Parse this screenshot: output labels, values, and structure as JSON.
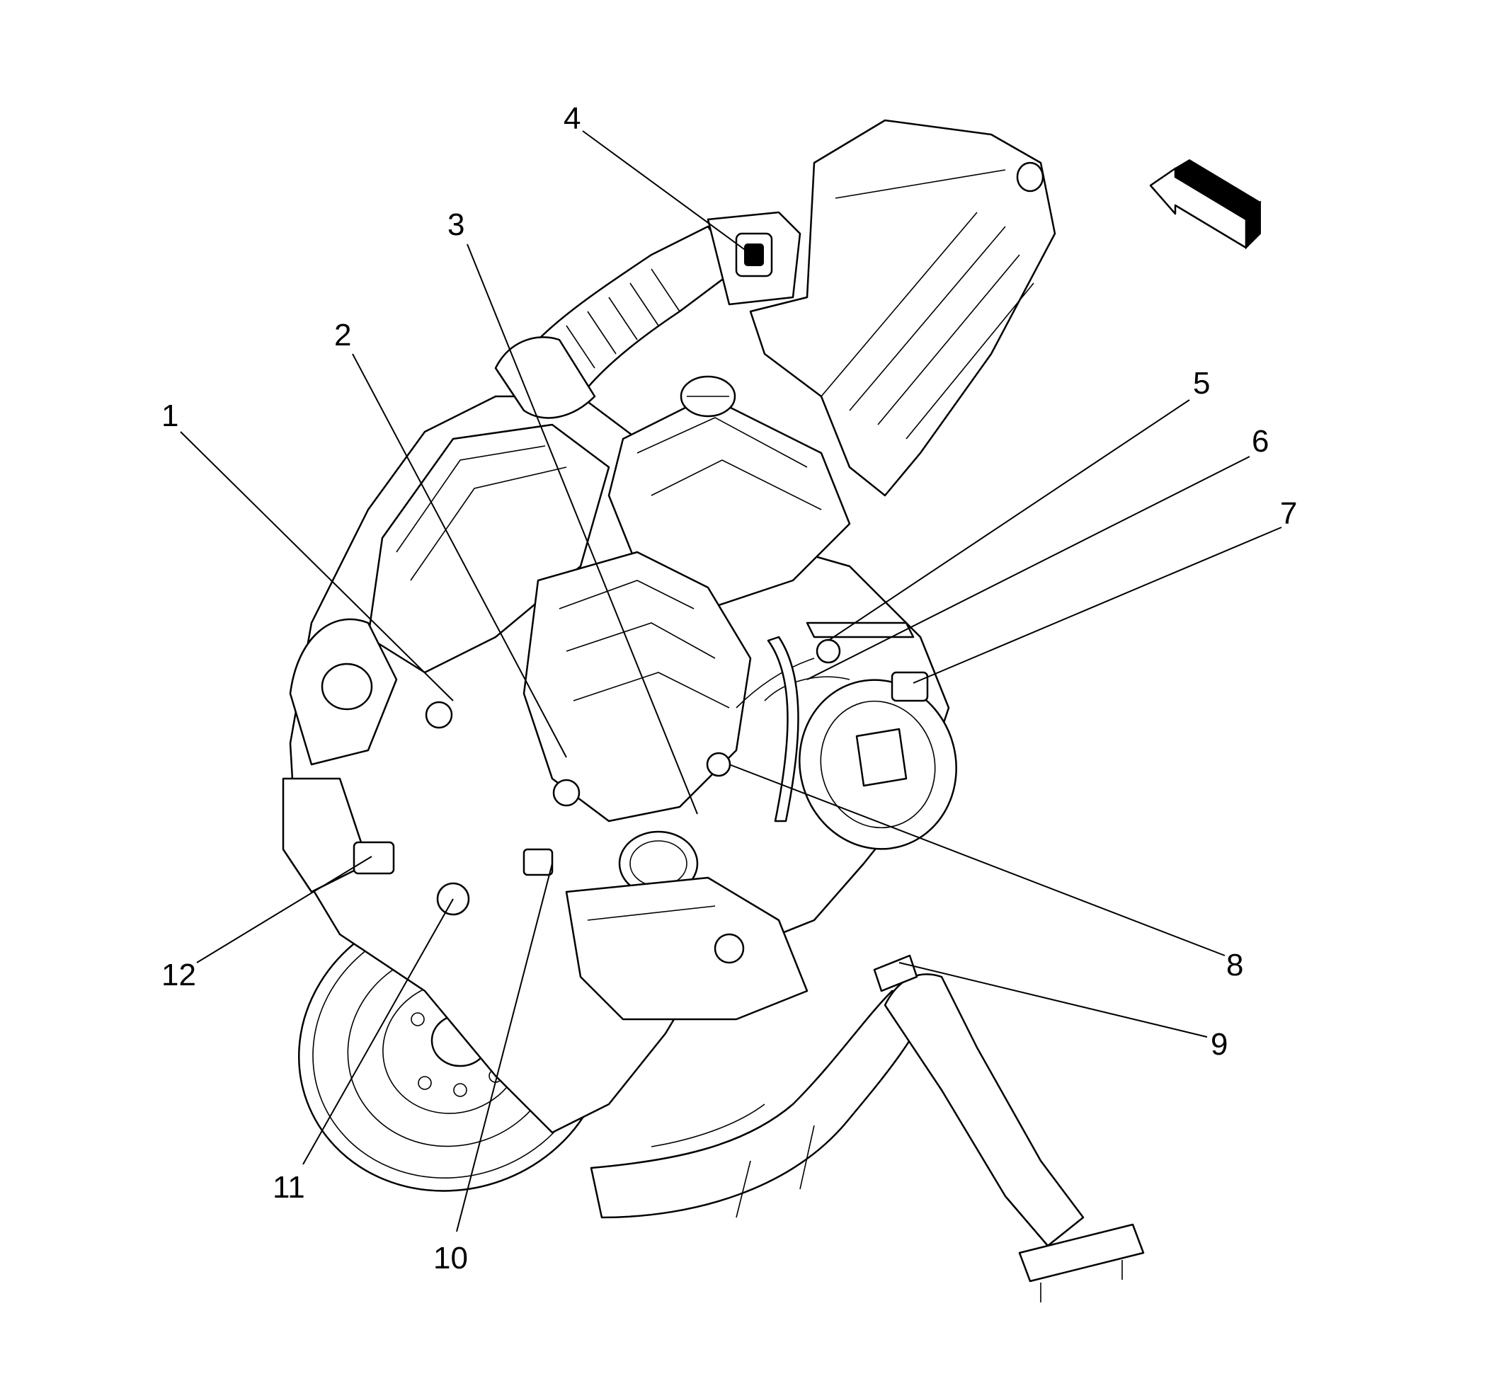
{
  "diagram": {
    "callouts": [
      "1",
      "2",
      "3",
      "4",
      "5",
      "6",
      "7",
      "8",
      "9",
      "10",
      "11",
      "12"
    ]
  },
  "icons": {
    "direction_arrow": "forward-arrow-icon"
  }
}
